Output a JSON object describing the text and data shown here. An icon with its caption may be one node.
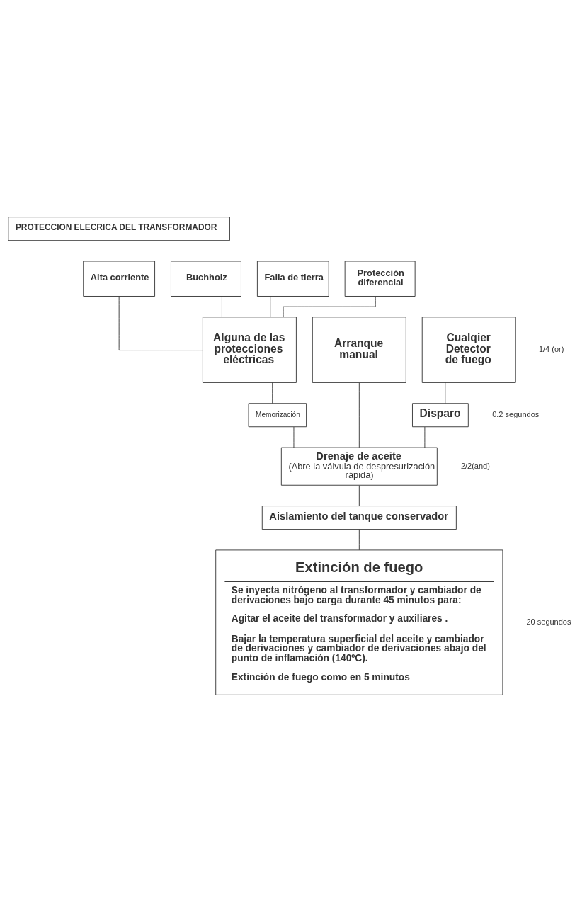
{
  "diagram": {
    "nodes": [
      {
        "text": [
          "PROTECCION ELECRICA DEL TRANSFORMADOR"
        ]
      },
      {
        "text": [
          "Buchholz"
        ]
      },
      {
        "text": [
          "Alta corriente"
        ]
      },
      {
        "text": [
          "Falla de tierra"
        ]
      },
      {
        "text": [
          "Protección diferencial"
        ]
      },
      {
        "text": [
          "Cualqier Detector de fuego"
        ]
      },
      {
        "text": [
          "Alguna de las protecciones eléctricas"
        ]
      },
      {
        "text": [
          "Arranque manual"
        ]
      },
      {
        "text": [
          "Disparo"
        ]
      },
      {
        "text": [
          "Memorización"
        ]
      },
      {
        "text": [
          "Drenaje de aceite",
          "(Abre la válvula de despresurización rápida)"
        ]
      },
      {
        "text": [
          "Aislamiento del tanque conservador"
        ]
      },
      {
        "text": [
          "Extinción de fuego",
          "Se inyecta nitrógeno al transformador y cambiador de derivaciones bajo carga durante 45 minutos para:",
          "Agitar el aceite del transformador y auxiliares .",
          "Bajar la temperatura superficial del aceite y cambiador de derivaciones y cambiador de derivaciones abajo del punto de inflamación (140ºC).",
          "Extinción de fuego como en 5 minutos"
        ]
      }
    ],
    "edges": [
      {
        "from": 1,
        "to": 6,
        "arrow": "none"
      },
      {
        "from": 2,
        "to": 6,
        "arrow": "none"
      },
      {
        "from": 3,
        "to": 6,
        "arrow": "none"
      },
      {
        "from": 4,
        "to": 6,
        "arrow": "none"
      },
      {
        "from": 5,
        "to": 8,
        "arrow": "none"
      },
      {
        "from": 6,
        "to": 9,
        "arrow": "none"
      },
      {
        "from": 8,
        "to": 10,
        "arrow": "none"
      },
      {
        "from": 9,
        "to": 10,
        "arrow": "none"
      },
      {
        "from": 7,
        "to": 10,
        "arrow": "none"
      },
      {
        "from": 10,
        "to": 11,
        "arrow": "none"
      },
      {
        "from": 11,
        "to": 12,
        "arrow": "none"
      }
    ],
    "labels": [
      "1/4 (or)",
      "2/2(and)",
      "0.2 segundos",
      "20 segundos"
    ]
  }
}
